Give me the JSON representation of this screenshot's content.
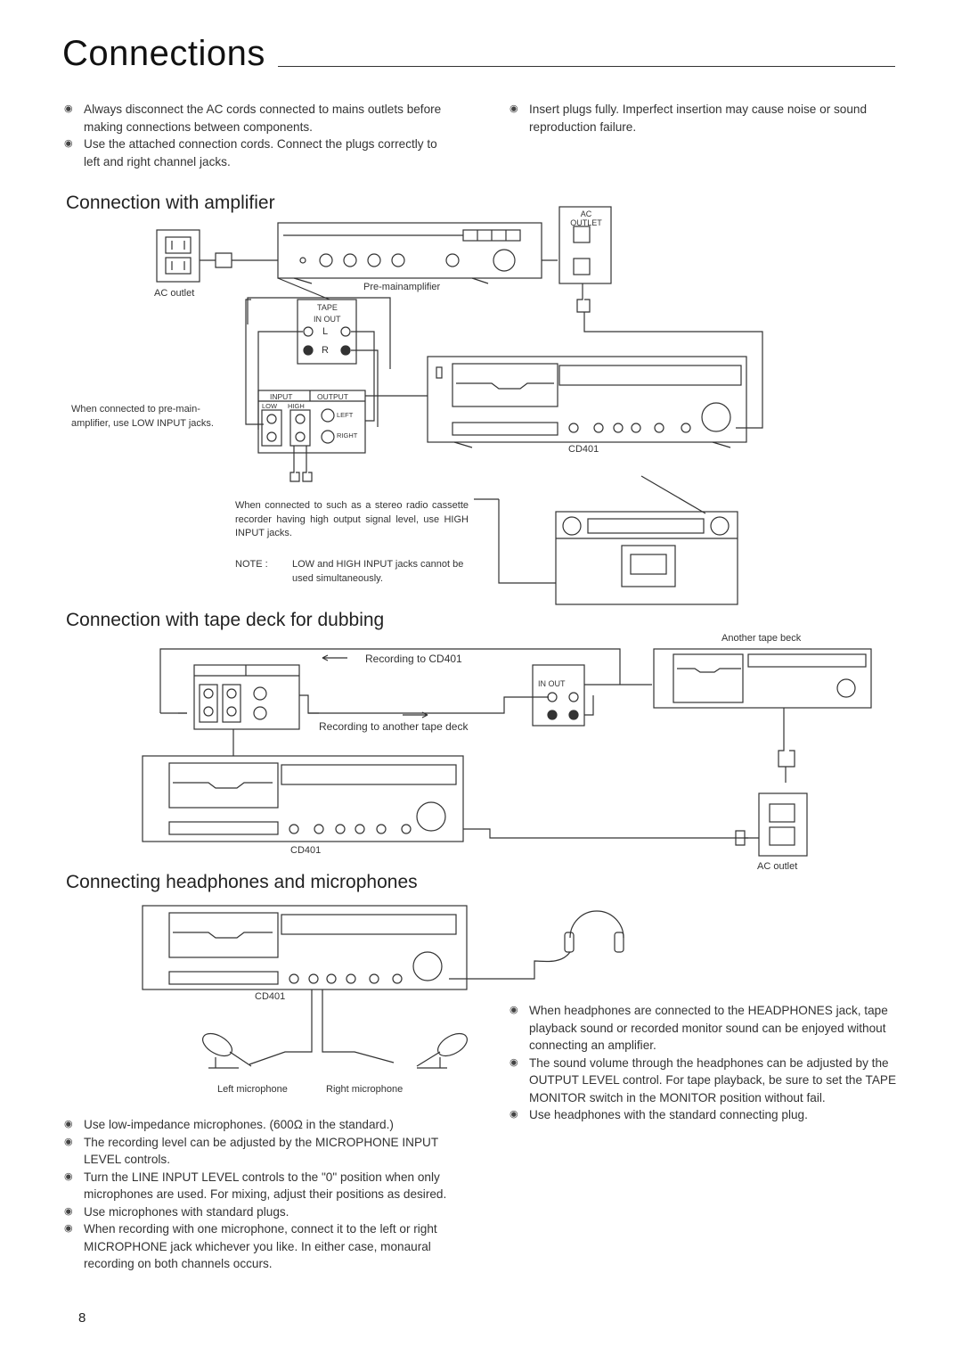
{
  "page": {
    "title": "Connections",
    "page_number": "8"
  },
  "intro": {
    "left": [
      "Always disconnect the AC cords connected to mains outlets before making connections between components.",
      "Use the attached connection cords. Connect the plugs correctly to left and right channel jacks."
    ],
    "right": [
      "Insert plugs fully. Imperfect insertion may cause noise or sound reproduction failure."
    ]
  },
  "amplifier_section": {
    "heading": "Connection with amplifier",
    "ac_outlet_label": "AC outlet",
    "ac_outlet_top_label": "AC\nOUTLET",
    "premain_label": "Pre-mainamplifier",
    "tape_label": "TAPE",
    "in_out_label": "IN OUT",
    "l_label": "L",
    "r_label": "R",
    "input_label": "INPUT",
    "output_label": "OUTPUT",
    "low_label": "LOW",
    "high_label": "HIGH",
    "left_label": "LEFT",
    "right_label": "RIGHT",
    "cd401_label": "CD401",
    "low_input_note": "When connected to pre-main-amplifier, use LOW INPUT jacks.",
    "high_input_note": "When connected to such as a stereo radio cassette recorder having high output signal level, use HIGH INPUT jacks.",
    "note_prefix": "NOTE :",
    "note_text": "LOW and HIGH INPUT jacks cannot be used simultaneously."
  },
  "dubbing_section": {
    "heading": "Connection with tape deck for dubbing",
    "another_deck_label": "Another tape beck",
    "recording_to_cd401": "Recording to CD401",
    "recording_to_another": "Recording to another tape deck",
    "in_out_label": "IN OUT",
    "cd401_label": "CD401",
    "ac_outlet_label": "AC outlet"
  },
  "headphones_section": {
    "heading": "Connecting headphones and microphones",
    "cd401_label": "CD401",
    "left_mic_label": "Left microphone",
    "right_mic_label": "Right microphone",
    "right_bullets": [
      "When headphones are connected to the HEADPHONES jack, tape playback sound or recorded monitor sound can be enjoyed without connecting an amplifier.",
      "The sound volume through the headphones can be adjusted by the OUTPUT LEVEL control. For tape playback, be sure to set the TAPE MONITOR switch in the MONITOR position without fail.",
      "Use headphones with the standard connecting plug."
    ],
    "left_bullets": [
      "Use low-impedance microphones. (600Ω in the standard.)",
      "The recording level can be adjusted by the MICROPHONE INPUT LEVEL controls.",
      "Turn the LINE INPUT LEVEL controls to the \"0\" position when only microphones are used. For mixing, adjust their positions as desired.",
      "Use microphones with standard plugs.",
      "When recording with one microphone, connect it to the left or right MICROPHONE jack whichever you like. In either case, monaural recording on both channels occurs."
    ]
  }
}
